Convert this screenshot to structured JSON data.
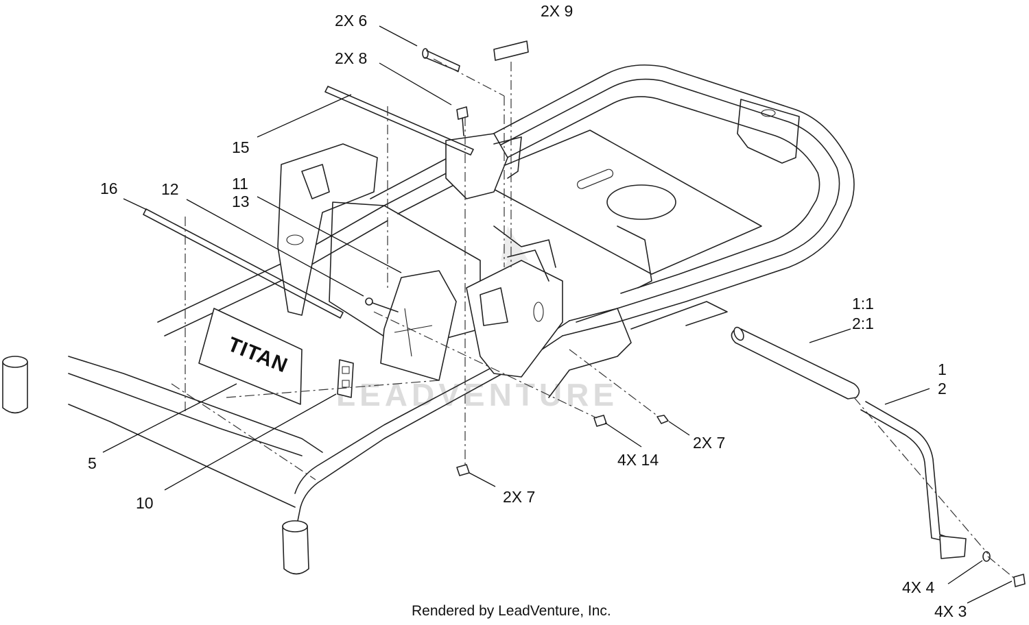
{
  "callouts": {
    "c_2x6": "2X 6",
    "c_2x9": "2X 9",
    "c_2x8": "2X 8",
    "c_15": "15",
    "c_16": "16",
    "c_12": "12",
    "c_11": "11",
    "c_13": "13",
    "c_1_1": "1:1",
    "c_2_1": "2:1",
    "c_1": "1",
    "c_2": "2",
    "c_2x7_right": "2X 7",
    "c_4x14": "4X 14",
    "c_2x7_bottom": "2X 7",
    "c_5": "5",
    "c_10": "10",
    "c_4x4": "4X 4",
    "c_4x3": "4X 3"
  },
  "decal_brand": "TITAN",
  "watermark": "LEADVENTURE",
  "footer": "Rendered by LeadVenture, Inc.",
  "colors": {
    "line": "#222222",
    "text": "#111111",
    "watermark": "#dcdcdc",
    "background": "#ffffff"
  }
}
